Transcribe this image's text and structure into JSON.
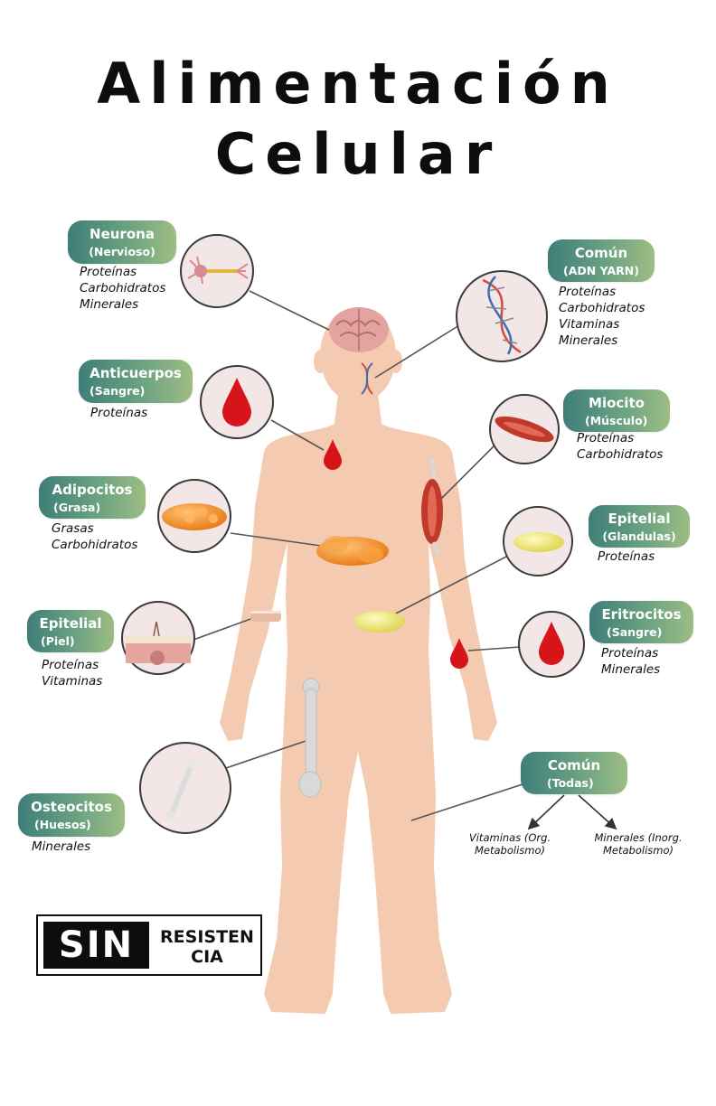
{
  "title": {
    "line1": "Alimentación",
    "line2": "Celular"
  },
  "colors": {
    "skin": "#f4cbb1",
    "pill_start": "#3f7e79",
    "pill_end": "#9dbd83",
    "blood": "#d6141a",
    "fat": "#f28a1e",
    "gland": "#ede96a",
    "circle": "#f2e7e6"
  },
  "cells": {
    "neurona": {
      "title": "Neurona",
      "sub": "(Nervioso)",
      "items": [
        "Proteínas",
        "Carbohidratos",
        "Minerales"
      ],
      "icon": "neuron-icon"
    },
    "anticuerpos": {
      "title": "Anticuerpos",
      "sub": "(Sangre)",
      "items": [
        "Proteínas"
      ],
      "icon": "blood-drop-icon"
    },
    "adipocitos": {
      "title": "Adipocitos",
      "sub": "(Grasa)",
      "items": [
        "Grasas",
        "Carbohidratos"
      ],
      "icon": "fat-tissue-icon"
    },
    "epitelial_piel": {
      "title": "Epitelial",
      "sub": "(Piel)",
      "items": [
        "Proteínas",
        "Vitaminas"
      ],
      "icon": "skin-layer-icon"
    },
    "osteocitos": {
      "title": "Osteocitos",
      "sub": "(Huesos)",
      "items": [
        "Minerales"
      ],
      "icon": "bone-icon"
    },
    "comun_adn": {
      "title": "Común",
      "sub": "(ADN YARN)",
      "items": [
        "Proteínas",
        "Carbohidratos",
        "Vitaminas",
        "Minerales"
      ],
      "icon": "dna-icon"
    },
    "miocito": {
      "title": "Miocito",
      "sub": "(Músculo)",
      "items": [
        "Proteínas",
        "Carbohidratos"
      ],
      "icon": "muscle-icon"
    },
    "epitelial_gland": {
      "title": "Epitelial",
      "sub": "(Glandulas)",
      "items": [
        "Proteínas"
      ],
      "icon": "gland-icon"
    },
    "eritrocitos": {
      "title": "Eritrocitos",
      "sub": "(Sangre)",
      "items": [
        "Proteínas",
        "Minerales"
      ],
      "icon": "blood-drop-icon"
    },
    "comun_todas": {
      "title": "Común",
      "sub": "(Todas)",
      "branch_left": [
        "Vitaminas (Org.",
        "Metabolismo)"
      ],
      "branch_right": [
        "Minerales (Inorg.",
        "Metabolismo)"
      ]
    }
  },
  "logo": {
    "block": "SIN",
    "line1": "RESISTEN",
    "line2": "CIA"
  }
}
